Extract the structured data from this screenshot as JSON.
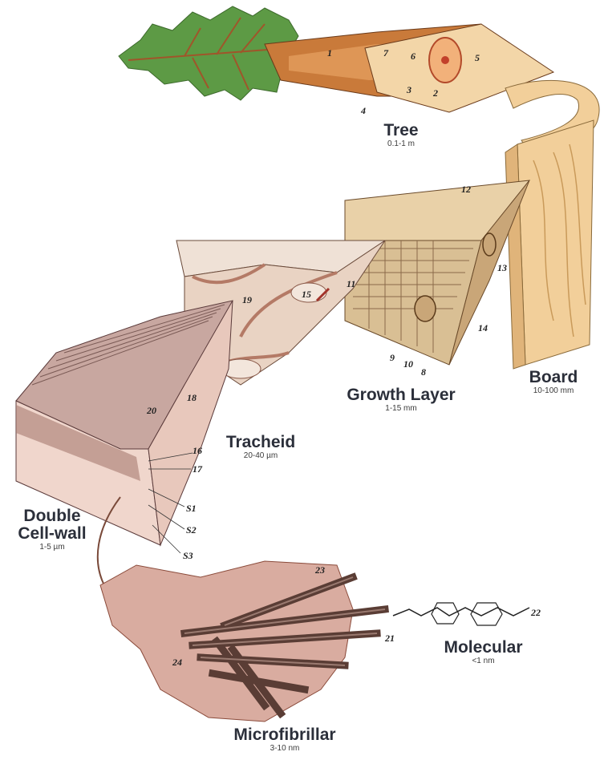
{
  "levels": [
    {
      "key": "tree",
      "title": "Tree",
      "scale": "0.1-1 m"
    },
    {
      "key": "board",
      "title": "Board",
      "scale": "10-100 mm"
    },
    {
      "key": "growth",
      "title": "Growth Layer",
      "scale": "1-15 mm"
    },
    {
      "key": "tracheid",
      "title": "Tracheid",
      "scale": "20-40 µm"
    },
    {
      "key": "cellwall",
      "title_line1": "Double",
      "title_line2": "Cell-wall",
      "scale": "1-5 µm"
    },
    {
      "key": "molecular",
      "title": "Molecular",
      "scale": "<1 nm"
    },
    {
      "key": "microfibrillar",
      "title": "Microfibrillar",
      "scale": "3-10 nm"
    }
  ],
  "callouts": [
    "1",
    "2",
    "3",
    "4",
    "5",
    "6",
    "7",
    "8",
    "9",
    "10",
    "11",
    "12",
    "13",
    "14",
    "15",
    "16",
    "17",
    "18",
    "19",
    "20",
    "21",
    "22",
    "23",
    "24"
  ],
  "wall_layers": [
    "S1",
    "S2",
    "S3"
  ],
  "colors": {
    "leaf": "#5d9a45",
    "bark": "#c97a3a",
    "wood": "#f2cf9a",
    "cell": "#e9d3c3",
    "cellwall": "#b47a66",
    "fibril": "#6e5147",
    "text": "#2b2f3a"
  }
}
